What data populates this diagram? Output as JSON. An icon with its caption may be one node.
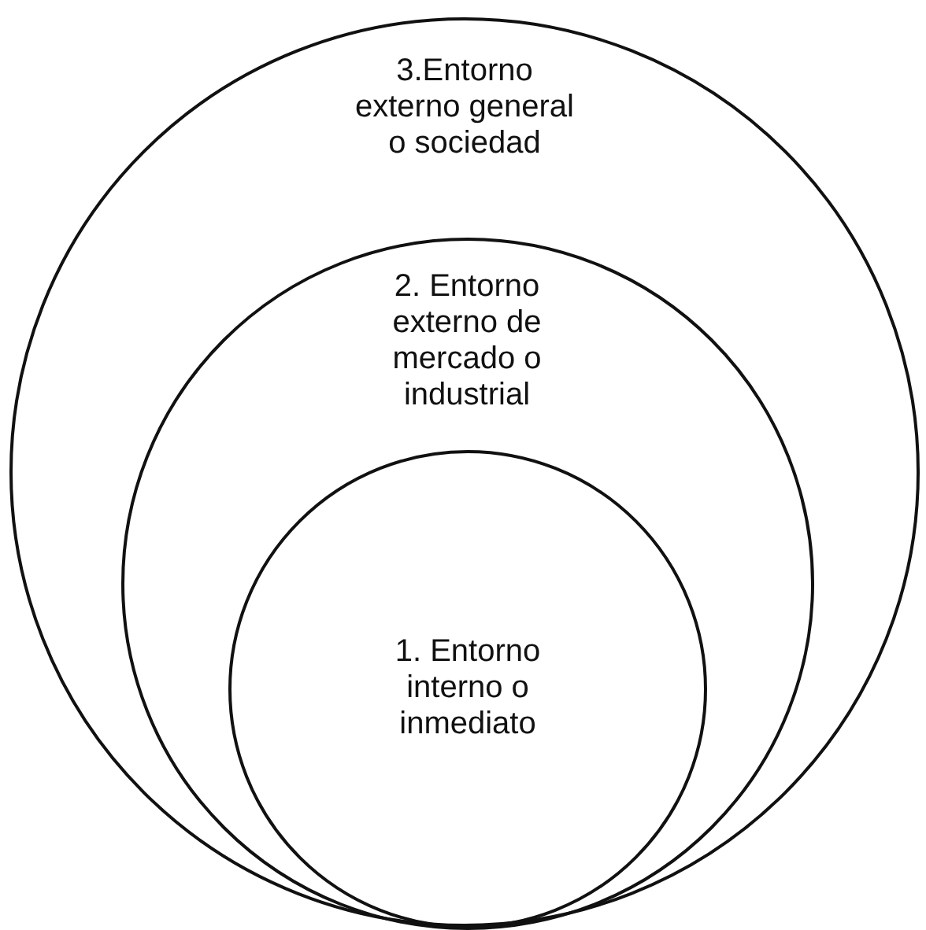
{
  "diagram": {
    "nodes": [
      {
        "text": [
          "3.Entorno externo general o sociedad"
        ]
      },
      {
        "text": [
          "2. Entorno externo de mercado o industrial"
        ],
        "in": 0
      },
      {
        "text": [
          "1. Entorno interno o inmediato"
        ],
        "in": 1
      }
    ]
  }
}
